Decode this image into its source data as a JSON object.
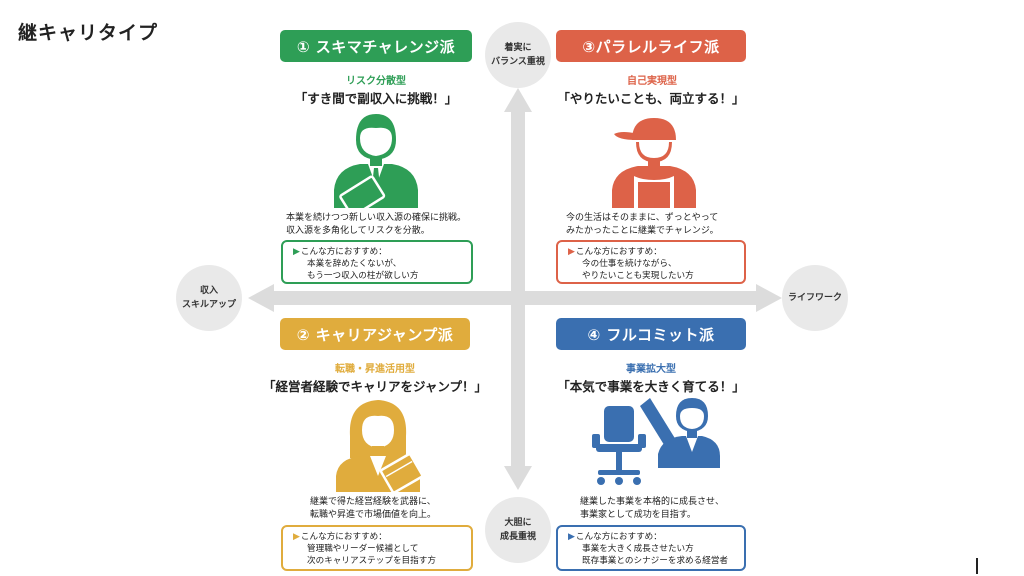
{
  "page": {
    "title": "継キャリタイプ"
  },
  "axes": {
    "top": [
      "着実に",
      "バランス重視"
    ],
    "bottom": [
      "大胆に",
      "成長重視"
    ],
    "left": [
      "収入",
      "スキルアップ"
    ],
    "right": [
      "ライフワーク"
    ]
  },
  "quadrants": {
    "q1": {
      "title": "① スキマチャレンジ派",
      "subtype": "リスク分散型",
      "tagline": "「すき間で副収入に挑戦！」",
      "desc": [
        "本業を続けつつ新しい収入源の確保に挑戦。",
        "収入源を多角化してリスクを分散。"
      ],
      "rec_heading": "こんな方におすすめ：",
      "rec_lines": [
        "本業を辞めたくないが、",
        "もう一つ収入の柱が欲しい方"
      ],
      "color": "#2e9e56"
    },
    "q2": {
      "title": "② キャリアジャンプ派",
      "subtype": "転職・昇進活用型",
      "tagline": "「経営者経験でキャリアをジャンプ！」",
      "desc": [
        "継業で得た経営経験を武器に、",
        "転職や昇進で市場価値を向上。"
      ],
      "rec_heading": "こんな方におすすめ：",
      "rec_lines": [
        "管理職やリーダー候補として",
        "次のキャリアステップを目指す方"
      ],
      "color": "#e0ac3d"
    },
    "q3": {
      "title": "③パラレルライフ派",
      "subtype": "自己実現型",
      "tagline": "「やりたいことも、両立する！」",
      "desc": [
        "今の生活はそのままに、ずっとやって",
        "みたかったことに継業でチャレンジ。"
      ],
      "rec_heading": "こんな方におすすめ：",
      "rec_lines": [
        "今の仕事を続けながら、",
        "やりたいことも実現したい方"
      ],
      "color": "#dd6248"
    },
    "q4": {
      "title": "④ フルコミット派",
      "subtype": "事業拡大型",
      "tagline": "「本気で事業を大きく育てる！」",
      "desc": [
        "継業した事業を本格的に成長させ、",
        "事業家として成功を目指す。"
      ],
      "rec_heading": "こんな方におすすめ：",
      "rec_lines": [
        "事業を大きく成長させたい方",
        "既存事業とのシナジーを求める経営者"
      ],
      "color": "#3a6fb0"
    }
  },
  "icons": [
    "person-businessman-icon",
    "person-cap-apron-icon",
    "person-businesswoman-icon",
    "person-arm-raised-icon",
    "office-chair-icon"
  ]
}
